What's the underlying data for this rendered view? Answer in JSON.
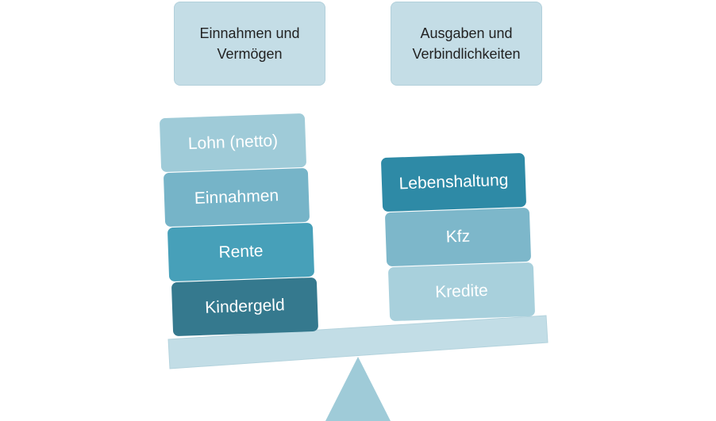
{
  "headers": {
    "left": [
      "Einnahmen und",
      "Vermögen"
    ],
    "right": [
      "Ausgaben und",
      "Verbindlichkeiten"
    ]
  },
  "left_stack": [
    "Lohn (netto)",
    "Einnahmen",
    "Rente",
    "Kindergeld"
  ],
  "right_stack": [
    "Lebenshaltung",
    "Kfz",
    "Kredite"
  ],
  "colors": {
    "header_fill": "#c4dde6",
    "beam": "#c2dde6",
    "fulcrum": "#9fcbd8",
    "dark_block": "#35798e"
  }
}
